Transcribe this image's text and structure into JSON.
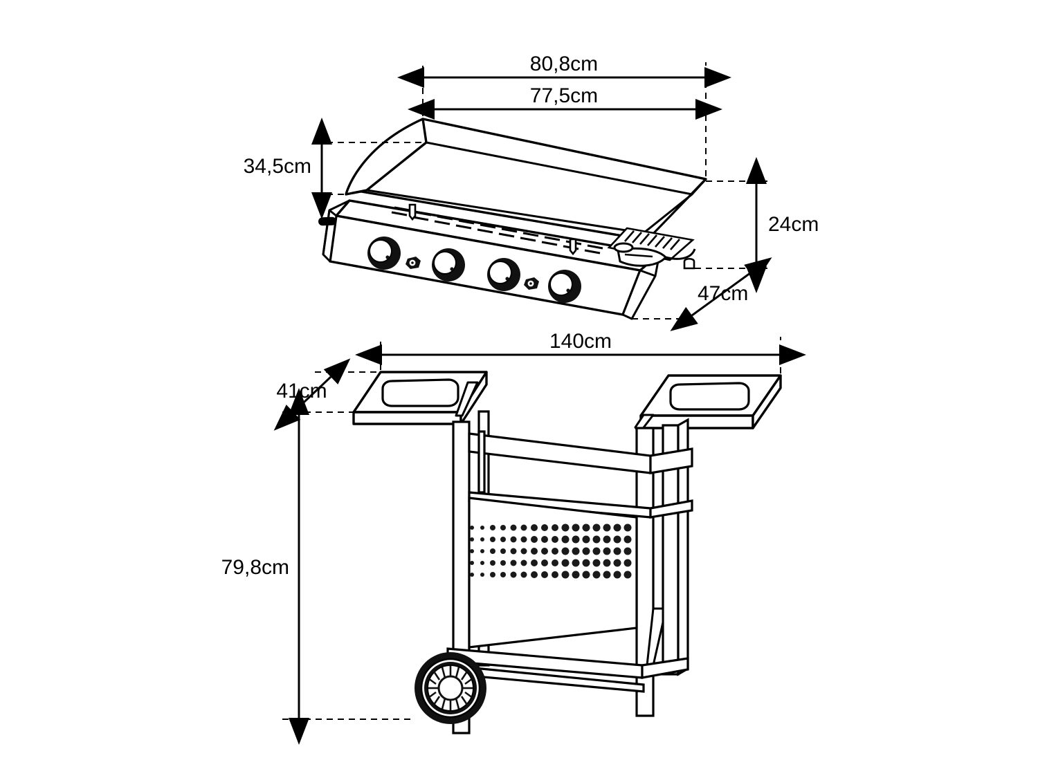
{
  "document": {
    "kind": "product-dimension-drawing",
    "subject": "Gas griddle plancha with trolley cart",
    "background_color": "#ffffff",
    "line_color": "#000000",
    "units": "cm"
  },
  "views": [
    {
      "id": "griddle",
      "name": "griddle-unit-view",
      "label": "Griddle unit"
    },
    {
      "id": "cart",
      "name": "trolley-cart-view",
      "label": "Trolley cart"
    }
  ],
  "dimensions": {
    "griddle": [
      {
        "key": "overall_width",
        "value": "80,8cm",
        "name": "dimension-80-8cm",
        "orientation": "horizontal"
      },
      {
        "key": "plate_width",
        "value": "77,5cm",
        "name": "dimension-77-5cm",
        "orientation": "horizontal"
      },
      {
        "key": "plate_depth",
        "value": "34,5cm",
        "name": "dimension-34-5cm",
        "orientation": "vertical"
      },
      {
        "key": "body_height",
        "value": "24cm",
        "name": "dimension-24cm",
        "orientation": "vertical"
      },
      {
        "key": "overall_depth",
        "value": "47cm",
        "name": "dimension-47cm",
        "orientation": "diagonal"
      }
    ],
    "cart": [
      {
        "key": "cart_width",
        "value": "140cm",
        "name": "dimension-140cm",
        "orientation": "horizontal"
      },
      {
        "key": "shelf_depth",
        "value": "41cm",
        "name": "dimension-41cm",
        "orientation": "diagonal"
      },
      {
        "key": "cart_height",
        "value": "79,8cm",
        "name": "dimension-79-8cm",
        "orientation": "vertical"
      }
    ]
  },
  "features": {
    "control_knobs": 4,
    "igniter_buttons": 2,
    "wheels": 1,
    "side_shelves": 2,
    "gas_inlet": 1,
    "grease_drawer": 1,
    "vent_slot_pairs": 9,
    "perforation_rows": 5
  }
}
